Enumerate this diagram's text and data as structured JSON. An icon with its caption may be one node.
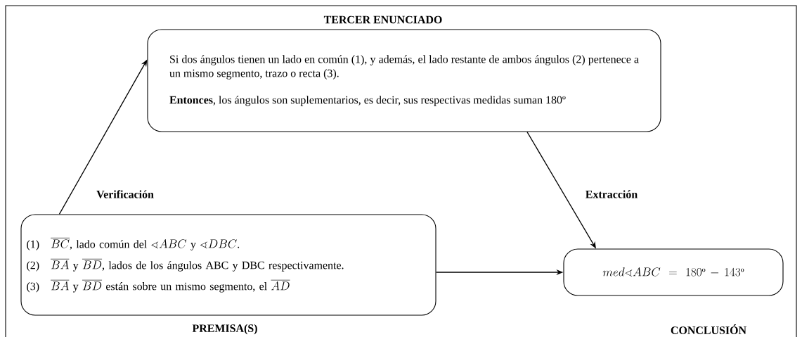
{
  "diagram": {
    "nodes": [
      {
        "text": [
          "TERCER ENUNCIADO",
          "Si dos ángulos tienen un lado en común (1), y además, el lado restante de ambos ángulos (2) pertenece a un mismo segmento, trazo o recta (3).",
          "**Entonces**, los ángulos son suplementarios, es decir, sus respectivas medidas suman 180º"
        ]
      },
      {
        "text": [
          "\\text{(1)}\\quad\\overline{BC}\\text{, lado común del }\\sphericalangle ABC\\text{ y }\\sphericalangle DBC\\text{.}",
          "\\text{(2)}\\quad\\overline{BA}\\text{ y }\\overline{BD}\\text{, lados de los ángulos ABC y DBC respectivamente.}",
          "\\text{(3)}\\quad\\overline{BA}\\text{ y }\\overline{BD}\\text{ están sobre un mismo segmento, el }\\overline{AD}",
          "PREMISA(S)"
        ]
      },
      {
        "text": [
          "med\\sphericalangle ABC=180\\text{º}-143\\text{º}",
          "CONCLUSIÓN"
        ]
      }
    ],
    "edges": [
      {
        "from": 1,
        "to": 0,
        "arrow": "to",
        "label": "Verificación"
      },
      {
        "from": 0,
        "to": 2,
        "arrow": "to",
        "label": "Extracción"
      },
      {
        "from": 1,
        "to": 2,
        "arrow": "to"
      }
    ]
  }
}
